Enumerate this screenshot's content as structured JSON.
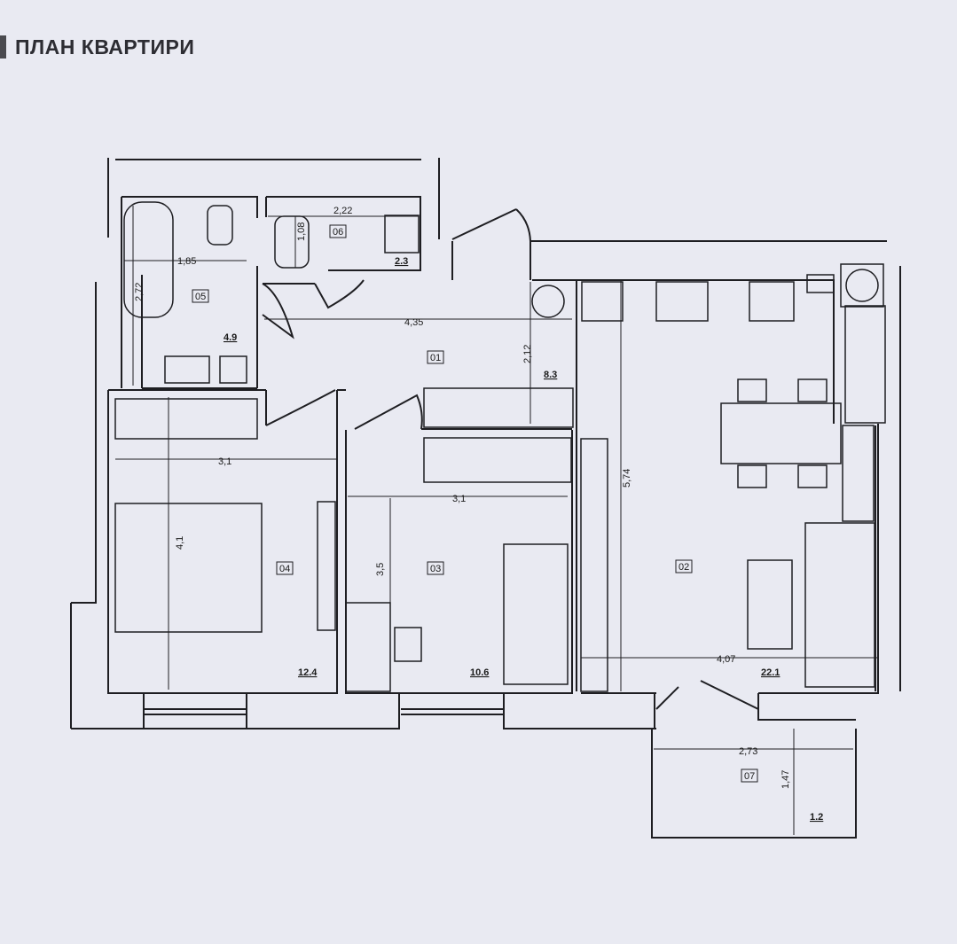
{
  "header": {
    "title": "ПЛАН КВАРТИРИ"
  },
  "colors": {
    "background": "#e9eaf2",
    "lines": "#1e1e22",
    "walls": "#1e1e22"
  },
  "rooms": [
    {
      "id": "01",
      "area": "8.3"
    },
    {
      "id": "02",
      "area": "22.1"
    },
    {
      "id": "03",
      "area": "10.6"
    },
    {
      "id": "04",
      "area": "12.4"
    },
    {
      "id": "05",
      "area": "4.9"
    },
    {
      "id": "06",
      "area": "2.3"
    },
    {
      "id": "07",
      "area": "1.2"
    }
  ],
  "dimensions": {
    "d_05_width": "1,85",
    "d_05_height": "2,72",
    "d_06_width": "2,22",
    "d_06_height": "1,08",
    "d_01_width": "4,35",
    "d_01_height": "2,12",
    "d_04_width": "3,1",
    "d_04_height": "4,1",
    "d_03_width": "3,1",
    "d_03_height": "3,5",
    "d_02_width": "4,07",
    "d_02_height": "5,74",
    "d_07_width": "2,73",
    "d_07_height": "1,47"
  }
}
